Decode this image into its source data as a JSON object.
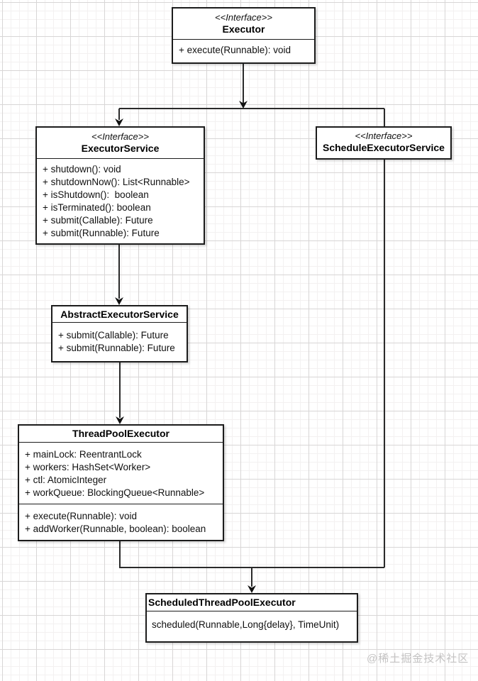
{
  "diagram": {
    "title": "Java Executor framework UML class diagram",
    "classes": [
      {
        "id": "executor",
        "stereotype": "<<Interface>>",
        "name": "Executor",
        "attributes": [],
        "methods": [
          "+ execute(Runnable): void"
        ]
      },
      {
        "id": "executor-service",
        "stereotype": "<<Interface>>",
        "name": "ExecutorService",
        "attributes": [],
        "methods": [
          "+ shutdown(): void",
          "+ shutdownNow(): List<Runnable>",
          "+ isShutdown():  boolean",
          "+ isTerminated(): boolean",
          "+ submit(Callable): Future",
          "+ submit(Runnable): Future"
        ]
      },
      {
        "id": "schedule-executor-service",
        "stereotype": "<<Interface>>",
        "name": "ScheduleExecutorService",
        "attributes": [],
        "methods": []
      },
      {
        "id": "abstract-executor-service",
        "stereotype": "",
        "name": "AbstractExecutorService",
        "attributes": [],
        "methods": [
          "+ submit(Callable): Future",
          "+ submit(Runnable): Future"
        ]
      },
      {
        "id": "thread-pool-executor",
        "stereotype": "",
        "name": "ThreadPoolExecutor",
        "attributes": [
          "+ mainLock: ReentrantLock",
          "+ workers: HashSet<Worker>",
          "+ ctl: AtomicInteger",
          "+ workQueue: BlockingQueue<Runnable>"
        ],
        "methods": [
          "+ execute(Runnable): void",
          "+ addWorker(Runnable, boolean): boolean"
        ]
      },
      {
        "id": "scheduled-thread-pool-executor",
        "stereotype": "",
        "name": "ScheduledThreadPoolExecutor",
        "attributes": [],
        "methods": [
          "scheduled(Runnable,Long{delay}, TimeUnit)"
        ]
      }
    ],
    "relationships": [
      {
        "from": "Executor",
        "to": "ExecutorService",
        "type": "inheritance-arrow"
      },
      {
        "from": "Executor",
        "to": "ScheduleExecutorService",
        "type": "inheritance-line"
      },
      {
        "from": "ExecutorService",
        "to": "AbstractExecutorService",
        "type": "inheritance-arrow"
      },
      {
        "from": "AbstractExecutorService",
        "to": "ThreadPoolExecutor",
        "type": "inheritance-arrow"
      },
      {
        "from": "ThreadPoolExecutor + ScheduleExecutorService",
        "to": "ScheduledThreadPoolExecutor",
        "type": "inheritance-arrow"
      }
    ],
    "watermark": "@稀土掘金技术社区",
    "colors": {
      "line": "#1c1c1c",
      "box_bg": "#ffffff",
      "grid_major": "#d8d6d6",
      "grid_minor": "#f3f1f1",
      "watermark": "#c4c3c3"
    }
  }
}
